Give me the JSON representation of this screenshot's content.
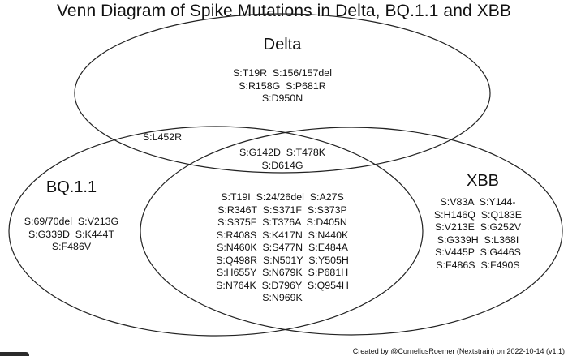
{
  "title": "Venn Diagram of Spike Mutations in Delta, BQ.1.1 and XBB",
  "sets": {
    "delta": {
      "name": "Delta"
    },
    "bq": {
      "name": "BQ.1.1"
    },
    "xbb": {
      "name": "XBB"
    }
  },
  "regions": {
    "delta_only": [
      "S:T19R  S:156/157del",
      "S:R158G  S:P681R",
      "S:D950N"
    ],
    "delta_bq": [
      "S:L452R"
    ],
    "all_three": [
      "S:G142D  S:T478K",
      "S:D614G"
    ],
    "bq_xbb": [
      "S:T19I  S:24/26del  S:A27S",
      "S:R346T  S:S371F  S:S373P",
      "S:S375F  S:T376A  S:D405N",
      "S:R408S  S:K417N  S:N440K",
      "S:N460K  S:S477N  S:E484A",
      "S:Q498R  S:N501Y  S:Y505H",
      "S:H655Y  S:N679K  S:P681H",
      "S:N764K  S:D796Y  S:Q954H",
      "S:N969K"
    ],
    "bq_only": [
      "S:69/70del  S:V213G",
      "S:G339D  S:K444T",
      "S:F486V"
    ],
    "xbb_only": [
      "S:V83A  S:Y144-",
      "S:H146Q  S:Q183E",
      "S:V213E  S:G252V",
      "S:G339H  S:L368I",
      "S:V445P  S:G446S",
      "S:F486S  S:F490S"
    ]
  },
  "credit": "Created by @CorneliusRoemer (Nextstrain) on 2022-10-14 (v1.1)"
}
